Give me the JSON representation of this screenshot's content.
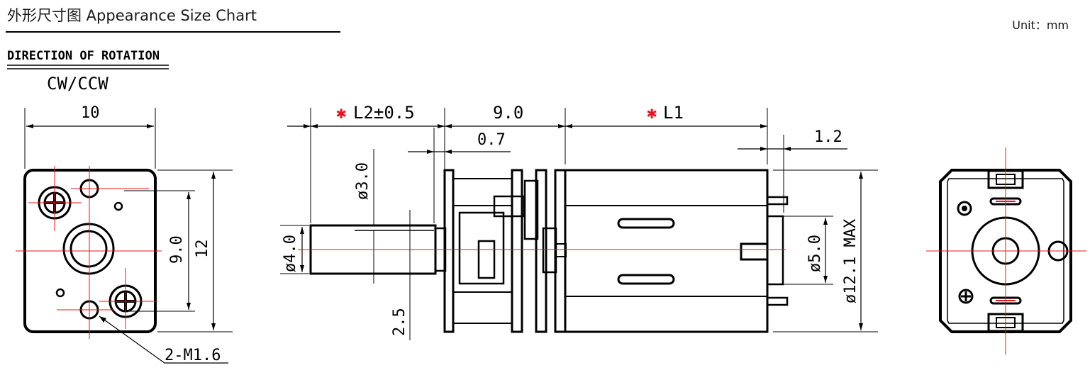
{
  "header": {
    "title": "外形尺寸图 Appearance Size Chart",
    "unit": "Unit：mm"
  },
  "rotation": {
    "heading": "DIRECTION OF ROTATION",
    "value": "CW/CCW"
  },
  "front_view": {
    "width_dim": "10",
    "inner_dim": "9.0",
    "height_dim": "12",
    "screw_label": "2-M1.6"
  },
  "side_view": {
    "l2_star": "✱",
    "l2_label": "L2±0.5",
    "gear_len": "9.0",
    "l1_star": "✱",
    "l1_label": "L1",
    "plate_gap": "0.7",
    "terminal_len": "1.2",
    "shaft_flat": "ø3.0",
    "shaft_dia": "ø4.0",
    "flat_depth": "2.5",
    "boss_dia": "ø5.0",
    "body_dia": "ø12.1 MAX"
  }
}
